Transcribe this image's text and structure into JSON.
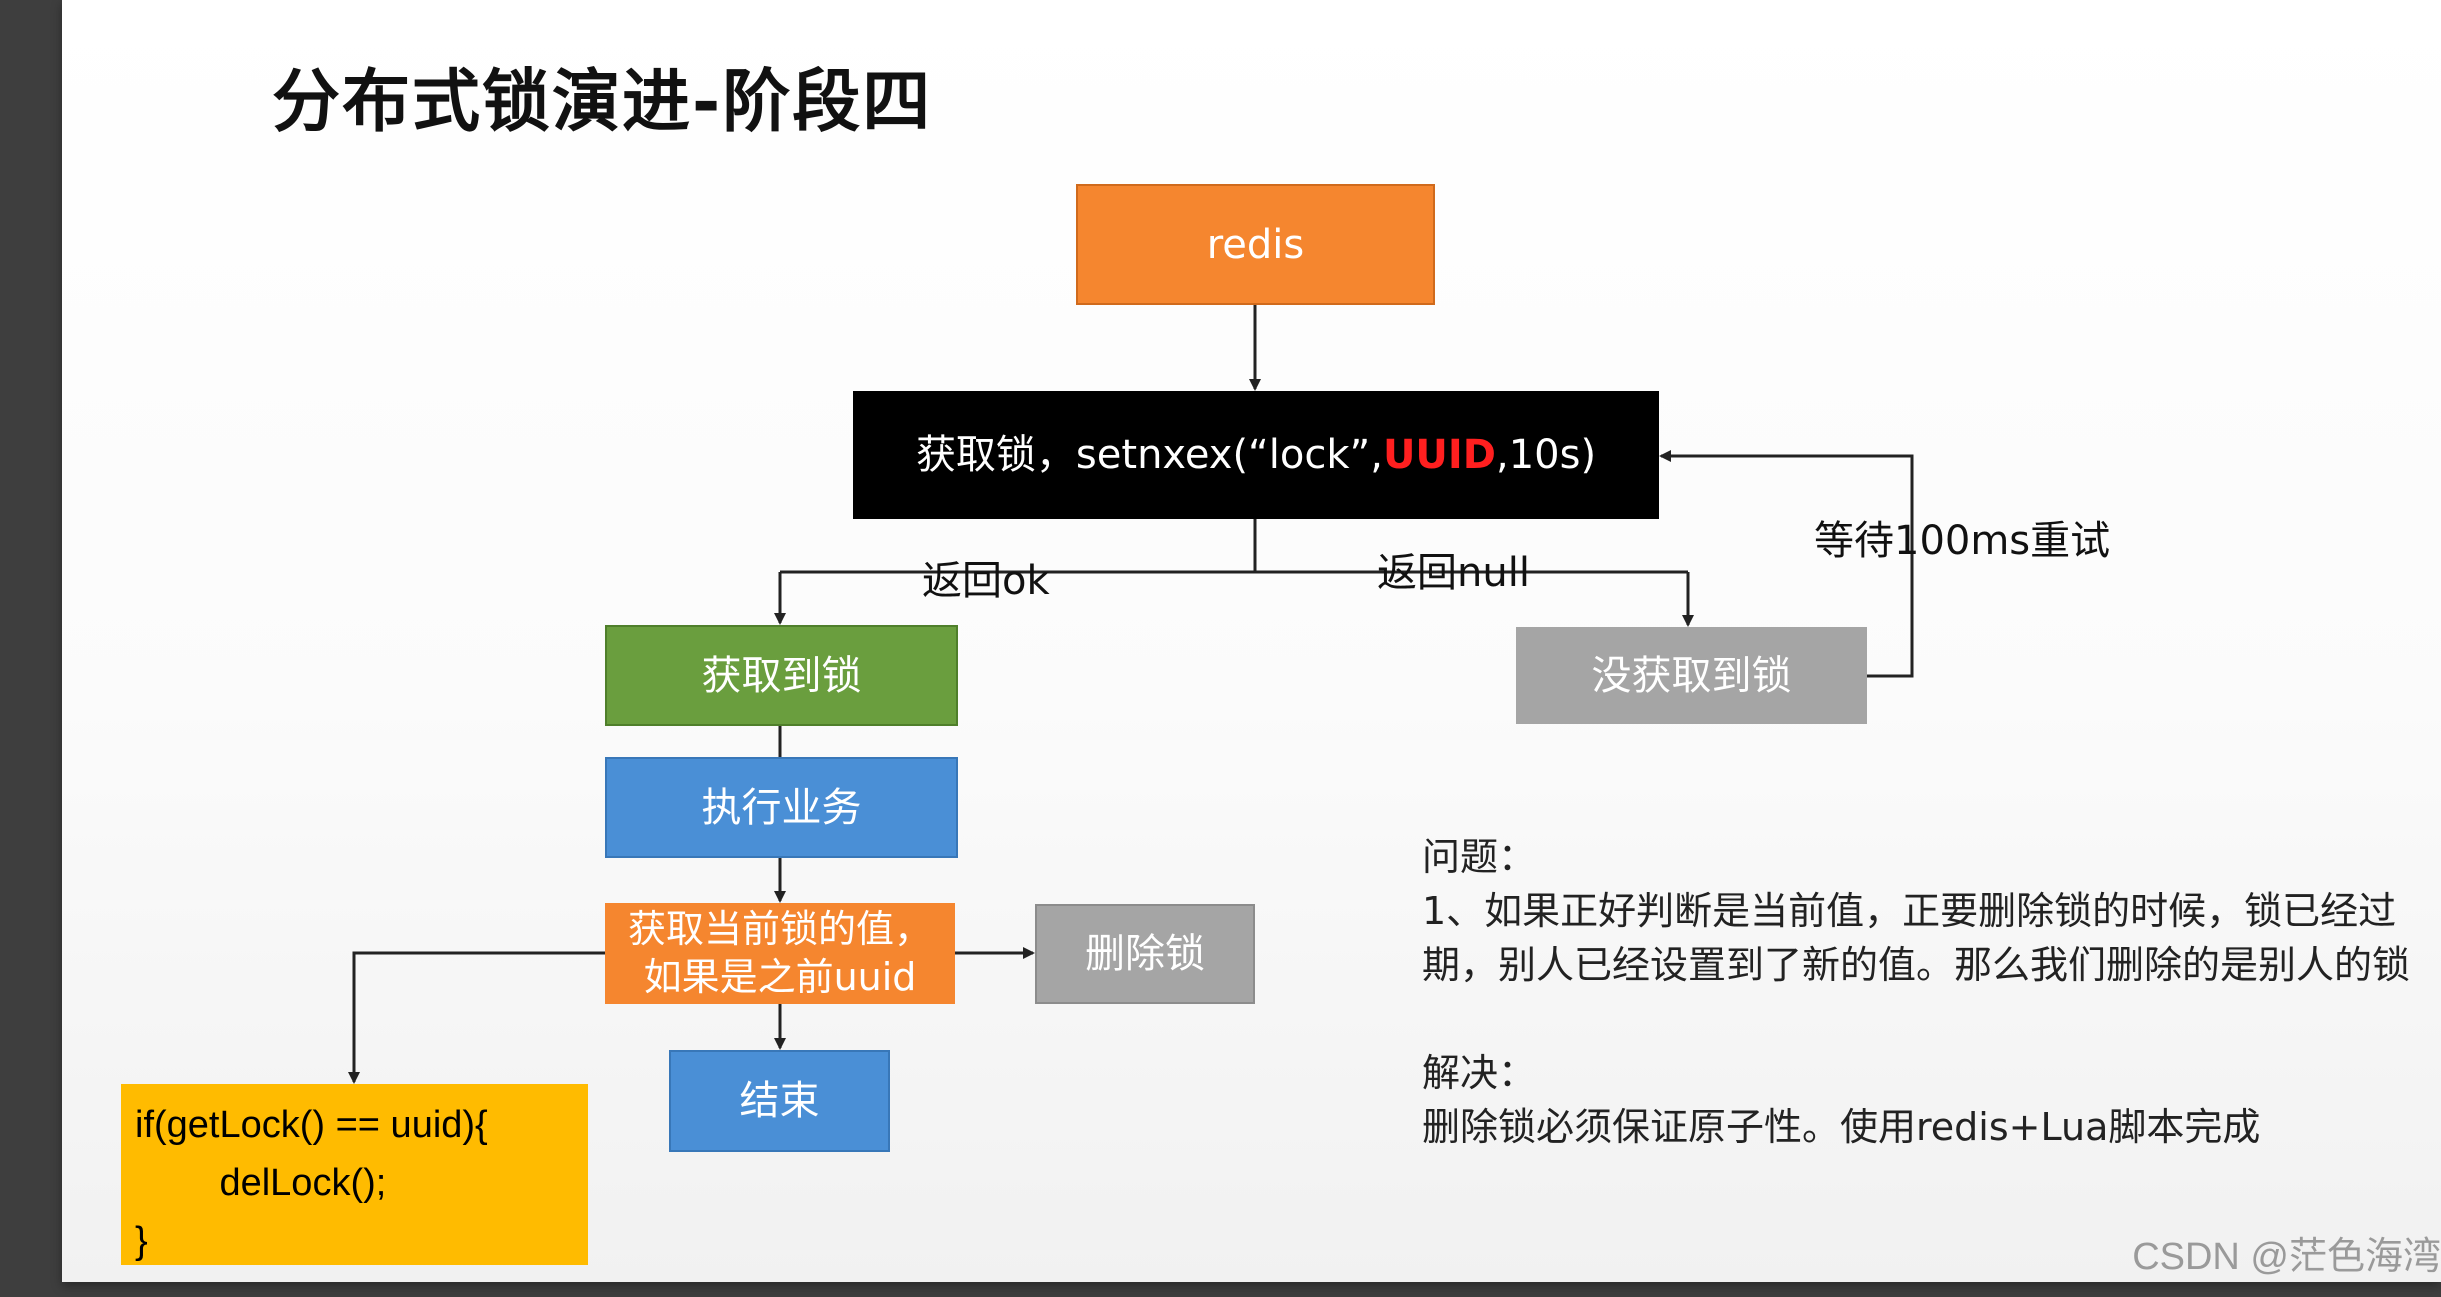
{
  "title": "分布式锁演进-阶段四",
  "nodes": {
    "redis": "redis",
    "acquire_prefix": "获取锁，setnxex(“lock”,",
    "acquire_uuid": "UUID",
    "acquire_suffix": ",10s)",
    "got_lock": "获取到锁",
    "not_got_lock": "没获取到锁",
    "execute": "执行业务",
    "get_value_line1": "获取当前锁的值，",
    "get_value_line2": "如果是之前uuid",
    "delete_lock": "删除锁",
    "end": "结束"
  },
  "edge_labels": {
    "return_ok": "返回ok",
    "return_null": "返回null",
    "retry": "等待100ms重试"
  },
  "code": {
    "line1": "if(getLock() == uuid){",
    "line2": "        delLock();",
    "line3": "}"
  },
  "notes": {
    "problem_heading": "问题：",
    "problem_text": "1、如果正好判断是当前值，正要删除锁的时候，锁已经过期，别人已经设置到了新的值。那么我们删除的是别人的锁",
    "solution_heading": "解决：",
    "solution_text": "删除锁必须保证原子性。使用redis+Lua脚本完成"
  },
  "watermark": "CSDN @茫色海湾",
  "colors": {
    "orange": "#f5862f",
    "black": "#000000",
    "green": "#6a9e3e",
    "blue": "#4a8fd6",
    "gray": "#a5a5a5",
    "yellow": "#ffbb00",
    "highlight_red": "#ff1f1f"
  }
}
